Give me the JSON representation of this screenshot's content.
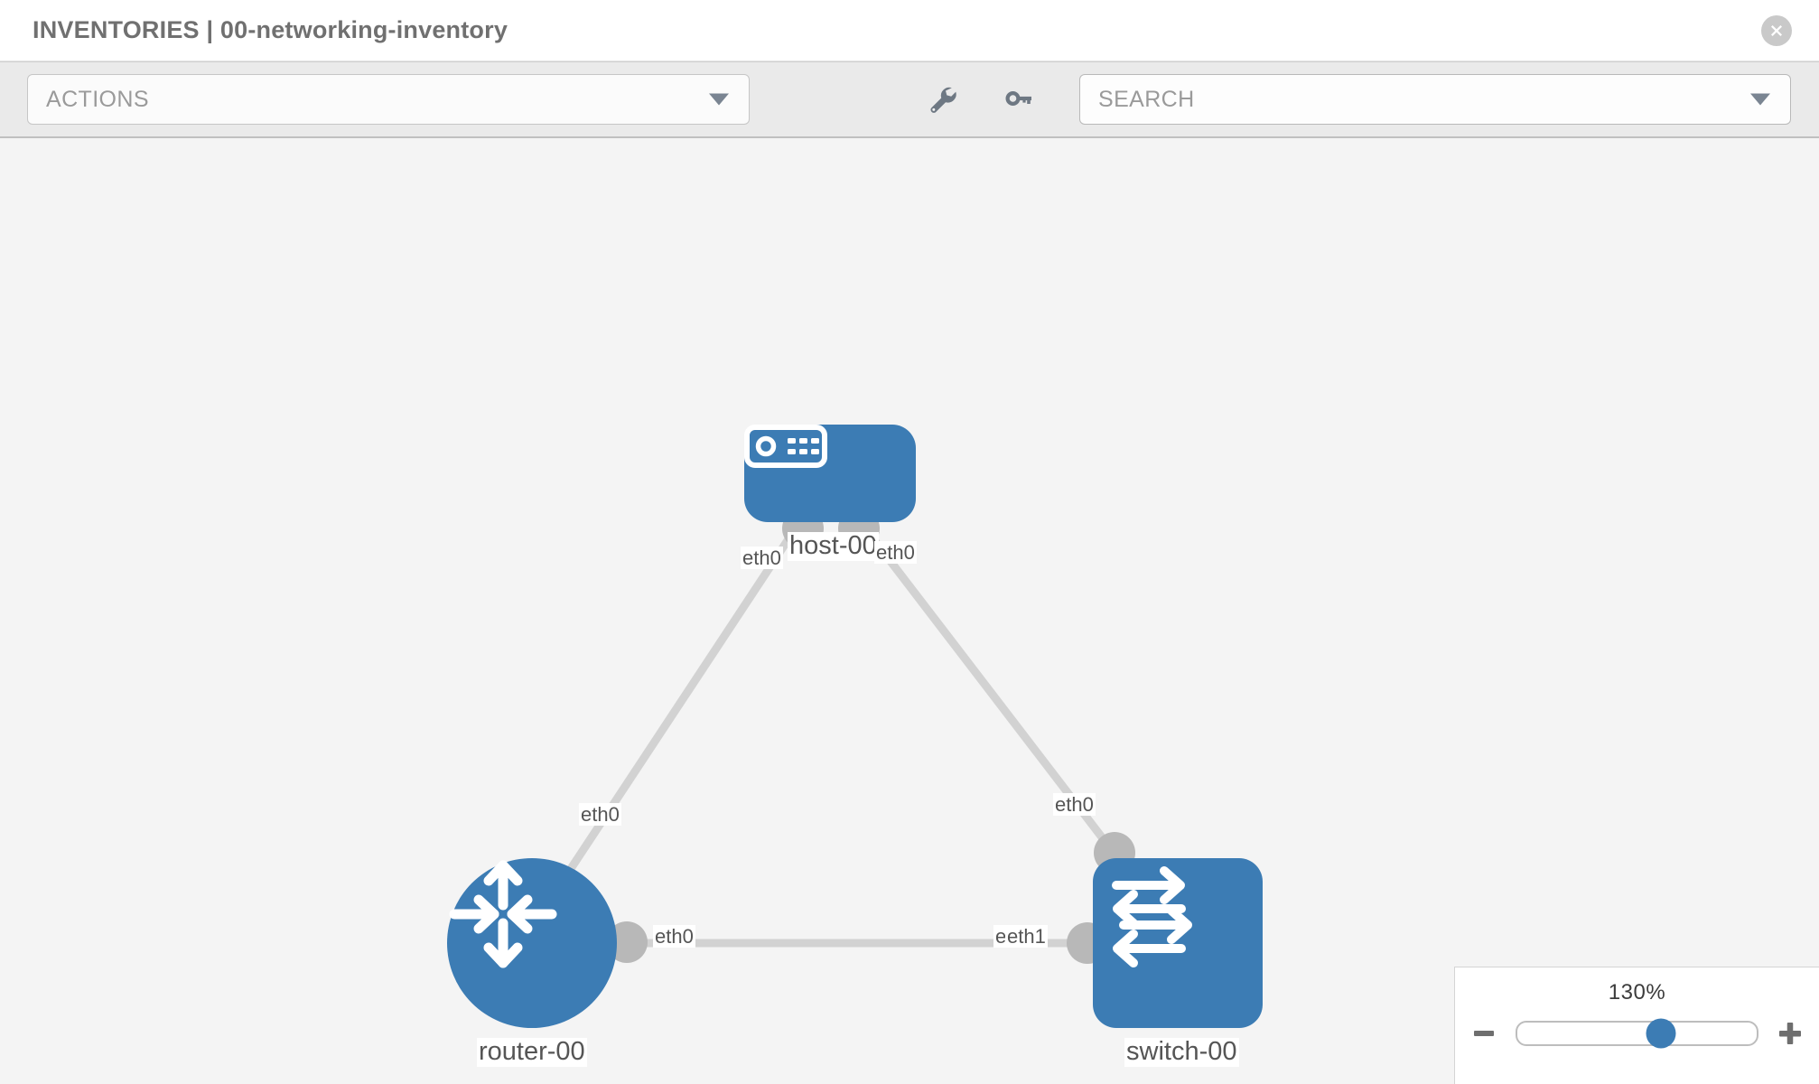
{
  "header": {
    "title": "INVENTORIES | 00-networking-inventory",
    "close_icon": "close-circle-icon"
  },
  "toolbar": {
    "actions_label": "ACTIONS",
    "actions_caret_icon": "chevron-down-icon",
    "wrench_icon": "wrench-icon",
    "key_icon": "key-icon",
    "search_placeholder": "SEARCH",
    "search_value": "",
    "search_caret_icon": "chevron-down-icon"
  },
  "topology": {
    "accent_color": "#3c7cb4",
    "link_color": "#d2d2d2",
    "connector_color": "#b8b8b8",
    "canvas_background": "#f4f4f4",
    "nodes": [
      {
        "id": "host-00",
        "label": "host-00",
        "type": "host",
        "icon": "server-device-icon"
      },
      {
        "id": "router-00",
        "label": "router-00",
        "type": "router",
        "icon": "router-arrows-icon"
      },
      {
        "id": "switch-00",
        "label": "switch-00",
        "type": "switch",
        "icon": "switch-arrows-icon"
      }
    ],
    "links": [
      {
        "from": "host-00",
        "from_port": "eth0",
        "to": "router-00",
        "to_port": "eth0"
      },
      {
        "from": "host-00",
        "from_port": "eth0",
        "to": "switch-00",
        "to_port": "eth0"
      },
      {
        "from": "router-00",
        "from_port": "eth0",
        "to": "switch-00",
        "to_port": "eth1"
      }
    ],
    "port_labels": {
      "host_left": "eth0",
      "host_right": "eth0",
      "router_up": "eth0",
      "switch_up": "eth0",
      "router_right": "eth0",
      "switch_left_overlap_a": "eth0",
      "switch_left_overlap_b": "eth1"
    }
  },
  "zoom": {
    "value_label": "130%",
    "minus_icon": "minus-icon",
    "plus_icon": "plus-icon",
    "thumb_position_percent": 60
  }
}
